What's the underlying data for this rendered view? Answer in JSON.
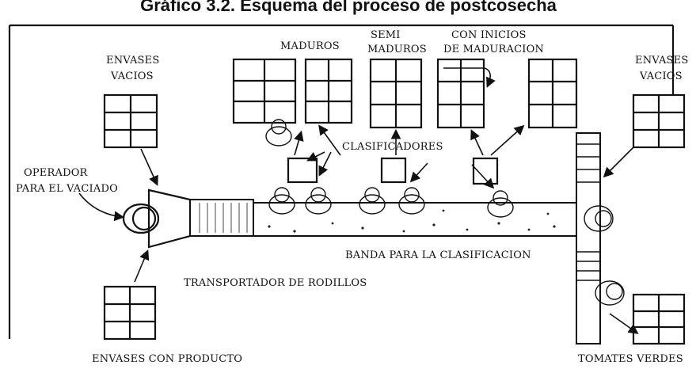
{
  "title": "Gráfico 3.2. Esquema del proceso de postcosecha",
  "labels": {
    "envases_vacios_left": [
      "ENVASES",
      "VACIOS"
    ],
    "maduros": "MADUROS",
    "semi_maduros": [
      "SEMI",
      "MADUROS"
    ],
    "con_inicios": [
      "CON INICIOS",
      "DE MADURACION"
    ],
    "envases_vacios_right": [
      "ENVASES",
      "VACIOS"
    ],
    "clasificadores": "CLASIFICADORES",
    "operador": [
      "OPERADOR",
      "PARA EL VACIADO"
    ],
    "banda": "BANDA PARA LA CLASIFICACION",
    "transportador": "TRANSPORTADOR DE RODILLOS",
    "envases_con_producto": "ENVASES CON PRODUCTO",
    "tomates_verdes": "TOMATES VERDES"
  }
}
